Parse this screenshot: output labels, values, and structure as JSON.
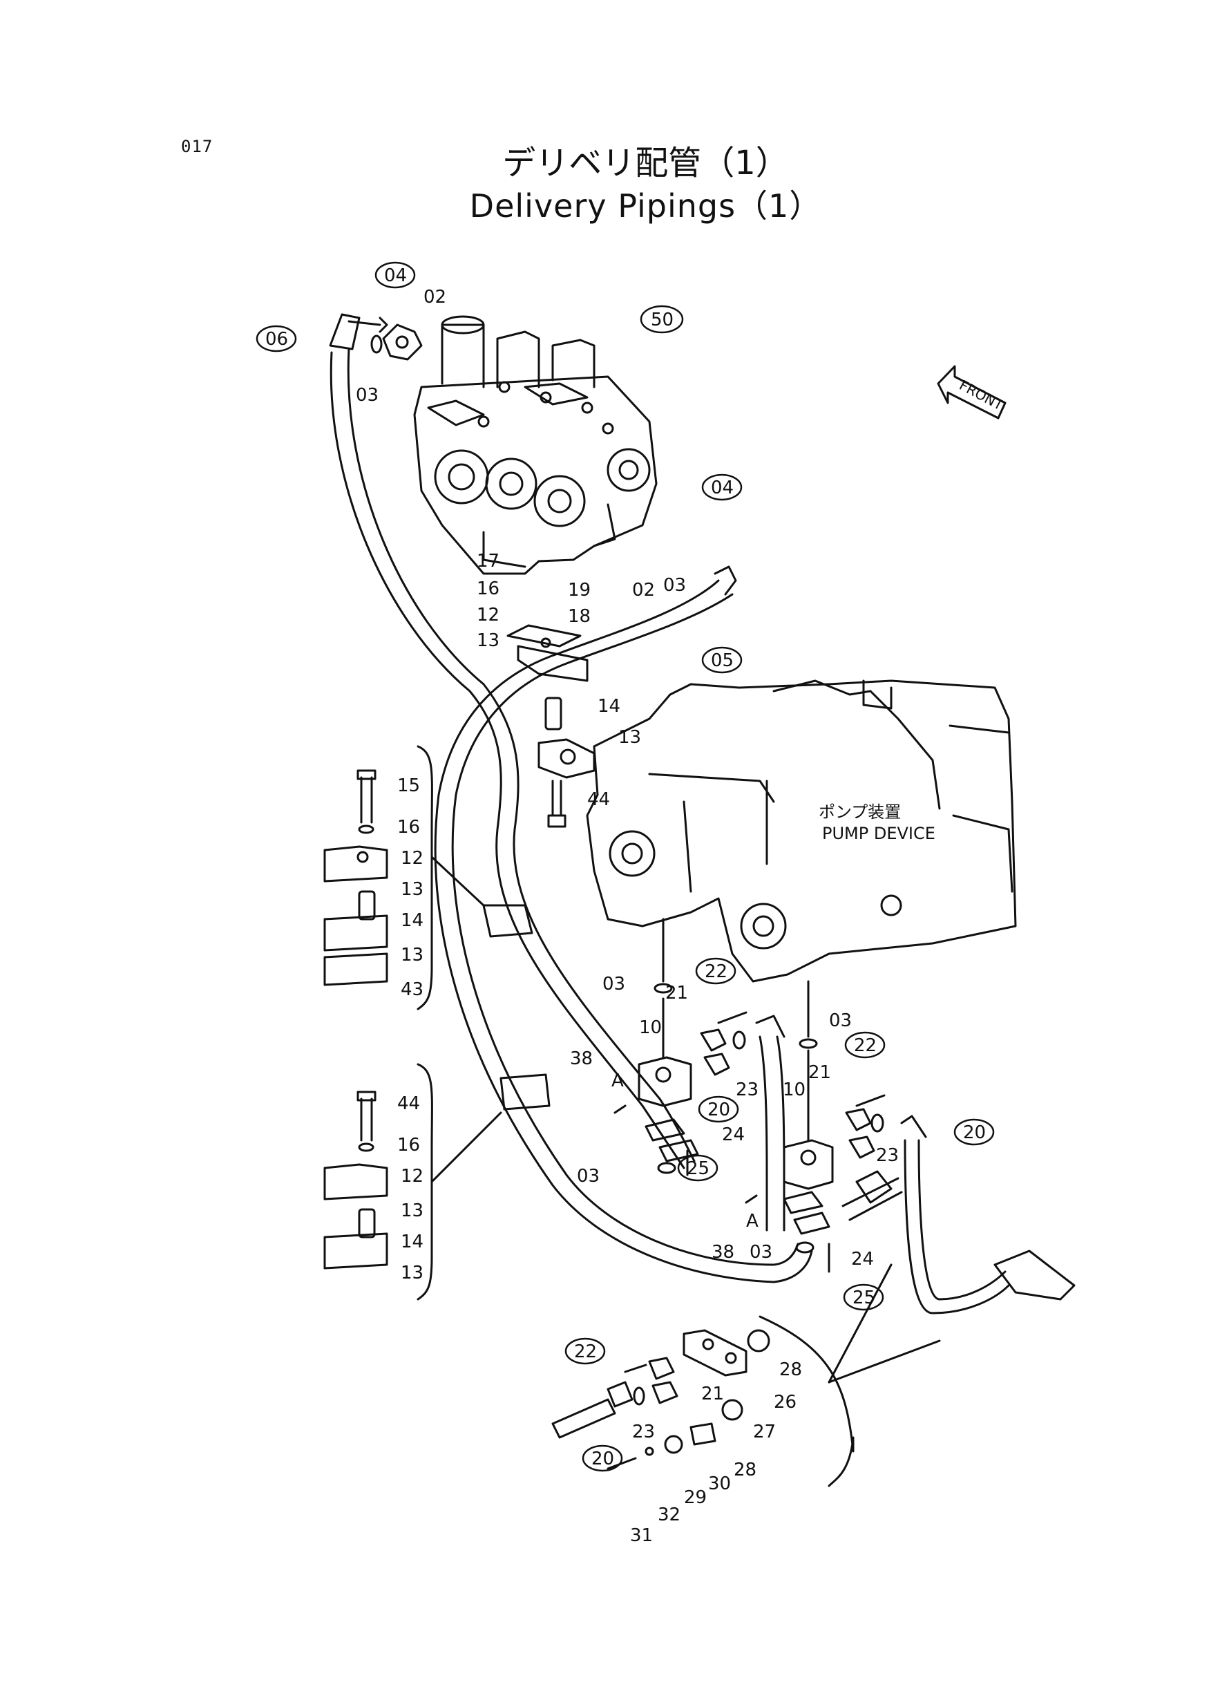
{
  "header": {
    "page_number": "017",
    "title_jp": "デリベリ配管（1）",
    "title_en": "Delivery  Pipings（1）"
  },
  "front_arrow": {
    "label": "FRONT"
  },
  "pump": {
    "label_jp": "ポンプ装置",
    "label_en": "PUMP  DEVICE"
  },
  "callouts": [
    {
      "id": "c04a",
      "text": "04",
      "circled": true
    },
    {
      "id": "c02a",
      "text": "02",
      "circled": false
    },
    {
      "id": "c06",
      "text": "06",
      "circled": true
    },
    {
      "id": "c03a",
      "text": "03",
      "circled": false
    },
    {
      "id": "c50",
      "text": "50",
      "circled": true
    },
    {
      "id": "c04b",
      "text": "04",
      "circled": true
    },
    {
      "id": "c17",
      "text": "17",
      "circled": false
    },
    {
      "id": "c16a",
      "text": "16",
      "circled": false
    },
    {
      "id": "c19",
      "text": "19",
      "circled": false
    },
    {
      "id": "c02b",
      "text": "02",
      "circled": false
    },
    {
      "id": "c03b",
      "text": "03",
      "circled": false
    },
    {
      "id": "c18",
      "text": "18",
      "circled": false
    },
    {
      "id": "c12a",
      "text": "12",
      "circled": false
    },
    {
      "id": "c13a",
      "text": "13",
      "circled": false
    },
    {
      "id": "c05",
      "text": "05",
      "circled": true
    },
    {
      "id": "c14a",
      "text": "14",
      "circled": false
    },
    {
      "id": "c13b",
      "text": "13",
      "circled": false
    },
    {
      "id": "c44a",
      "text": "44",
      "circled": false
    },
    {
      "id": "c15",
      "text": "15",
      "circled": false
    },
    {
      "id": "c16b",
      "text": "16",
      "circled": false
    },
    {
      "id": "c12b",
      "text": "12",
      "circled": false
    },
    {
      "id": "c13c",
      "text": "13",
      "circled": false
    },
    {
      "id": "c14b",
      "text": "14",
      "circled": false
    },
    {
      "id": "c13d",
      "text": "13",
      "circled": false
    },
    {
      "id": "c43",
      "text": "43",
      "circled": false
    },
    {
      "id": "c44b",
      "text": "44",
      "circled": false
    },
    {
      "id": "c16c",
      "text": "16",
      "circled": false
    },
    {
      "id": "c12c",
      "text": "12",
      "circled": false
    },
    {
      "id": "c13e",
      "text": "13",
      "circled": false
    },
    {
      "id": "c14c",
      "text": "14",
      "circled": false
    },
    {
      "id": "c13f",
      "text": "13",
      "circled": false
    },
    {
      "id": "c03c",
      "text": "03",
      "circled": false
    },
    {
      "id": "c22a",
      "text": "22",
      "circled": true
    },
    {
      "id": "c21a",
      "text": "21",
      "circled": false
    },
    {
      "id": "c10a",
      "text": "10",
      "circled": false
    },
    {
      "id": "c38a",
      "text": "38",
      "circled": false
    },
    {
      "id": "cAa",
      "text": "A",
      "circled": false
    },
    {
      "id": "c23a",
      "text": "23",
      "circled": false
    },
    {
      "id": "c20a",
      "text": "20",
      "circled": true
    },
    {
      "id": "c24a",
      "text": "24",
      "circled": false
    },
    {
      "id": "c03d",
      "text": "03",
      "circled": false
    },
    {
      "id": "c25a",
      "text": "25",
      "circled": true
    },
    {
      "id": "c03e",
      "text": "03",
      "circled": false
    },
    {
      "id": "c22b",
      "text": "22",
      "circled": true
    },
    {
      "id": "c21b",
      "text": "21",
      "circled": false
    },
    {
      "id": "c10b",
      "text": "10",
      "circled": false
    },
    {
      "id": "c23b",
      "text": "23",
      "circled": false
    },
    {
      "id": "c20b",
      "text": "20",
      "circled": true
    },
    {
      "id": "cAb",
      "text": "A",
      "circled": false
    },
    {
      "id": "c38b",
      "text": "38",
      "circled": false
    },
    {
      "id": "c03f",
      "text": "03",
      "circled": false
    },
    {
      "id": "c24b",
      "text": "24",
      "circled": false
    },
    {
      "id": "c25b",
      "text": "25",
      "circled": true
    },
    {
      "id": "c22c",
      "text": "22",
      "circled": true
    },
    {
      "id": "c21c",
      "text": "21",
      "circled": false
    },
    {
      "id": "c23c",
      "text": "23",
      "circled": false
    },
    {
      "id": "c20c",
      "text": "20",
      "circled": true
    },
    {
      "id": "c26",
      "text": "26",
      "circled": false
    },
    {
      "id": "c28a",
      "text": "28",
      "circled": false
    },
    {
      "id": "c27",
      "text": "27",
      "circled": false
    },
    {
      "id": "c28b",
      "text": "28",
      "circled": false
    },
    {
      "id": "c30",
      "text": "30",
      "circled": false
    },
    {
      "id": "c29",
      "text": "29",
      "circled": false
    },
    {
      "id": "c32",
      "text": "32",
      "circled": false
    },
    {
      "id": "c31",
      "text": "31",
      "circled": false
    }
  ]
}
